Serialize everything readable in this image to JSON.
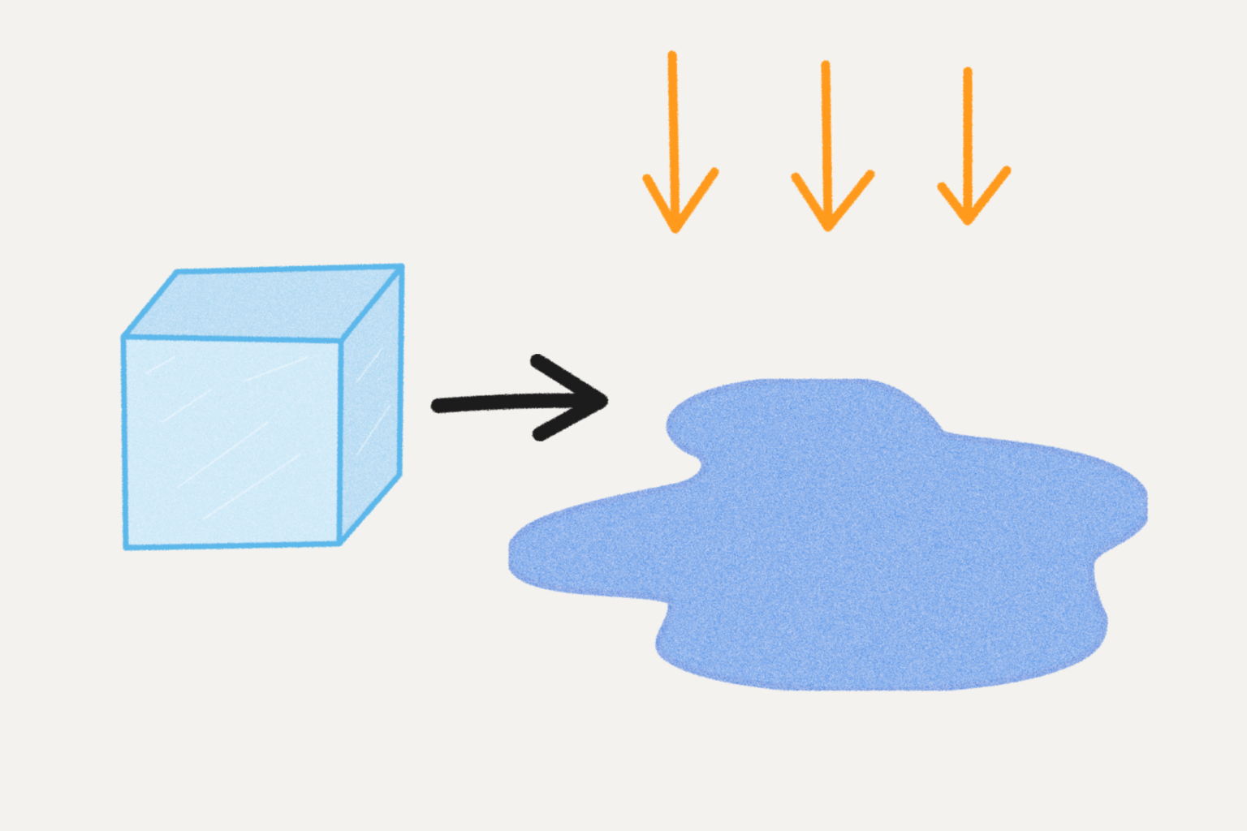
{
  "colors": {
    "paper": "#f4f2ee",
    "ice_fill": "#bfe3f6",
    "ice_side": "#9fd2f0",
    "ice_outline": "#5bb8ea",
    "water_fill": "#2e8ee6",
    "water_outline": "#1c7fde",
    "transform_arrow": "#1a1a1a",
    "heat_arrow": "#ff9a1f"
  },
  "elements": {
    "ice_cube": "ice-cube",
    "transform_arrow": "arrow-right",
    "heat_arrows": [
      "arrow-down",
      "arrow-down",
      "arrow-down"
    ],
    "puddle": "water-puddle"
  }
}
